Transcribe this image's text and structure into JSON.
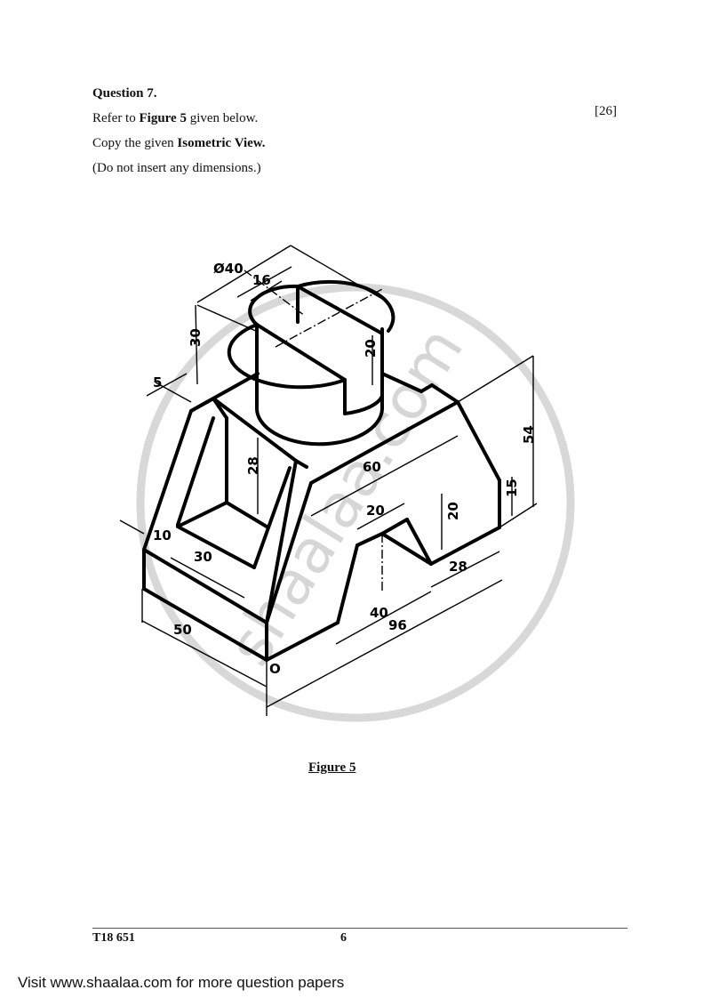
{
  "question": {
    "title": "Question 7.",
    "marks": "[26]",
    "line1": {
      "pre": "Refer to ",
      "bold": "Figure 5",
      "post": " given below."
    },
    "line2": {
      "pre": "Copy the given ",
      "bold": "Isometric View."
    },
    "line3": "(Do not insert any dimensions.)"
  },
  "figure": {
    "caption": "Figure 5",
    "watermark": "shaalaa.com",
    "origin_label": "O",
    "dimensions": {
      "diameter": "Ø40",
      "slot_width": "16",
      "cylinder_height": "30",
      "slot_depth": "20",
      "top_step": "5",
      "pocket_depth": "28",
      "top_length": "60",
      "total_height": "54",
      "side_height": "15",
      "vgroove_width": "20",
      "vgroove_depth": "20",
      "left_wall": "10",
      "pocket_width": "30",
      "right_land": "28",
      "base_width": "50",
      "groove_pos": "40",
      "total_length": "96"
    }
  },
  "footer": {
    "code": "T18 651",
    "page": "6",
    "visit": "Visit www.shaalaa.com for more question papers"
  }
}
